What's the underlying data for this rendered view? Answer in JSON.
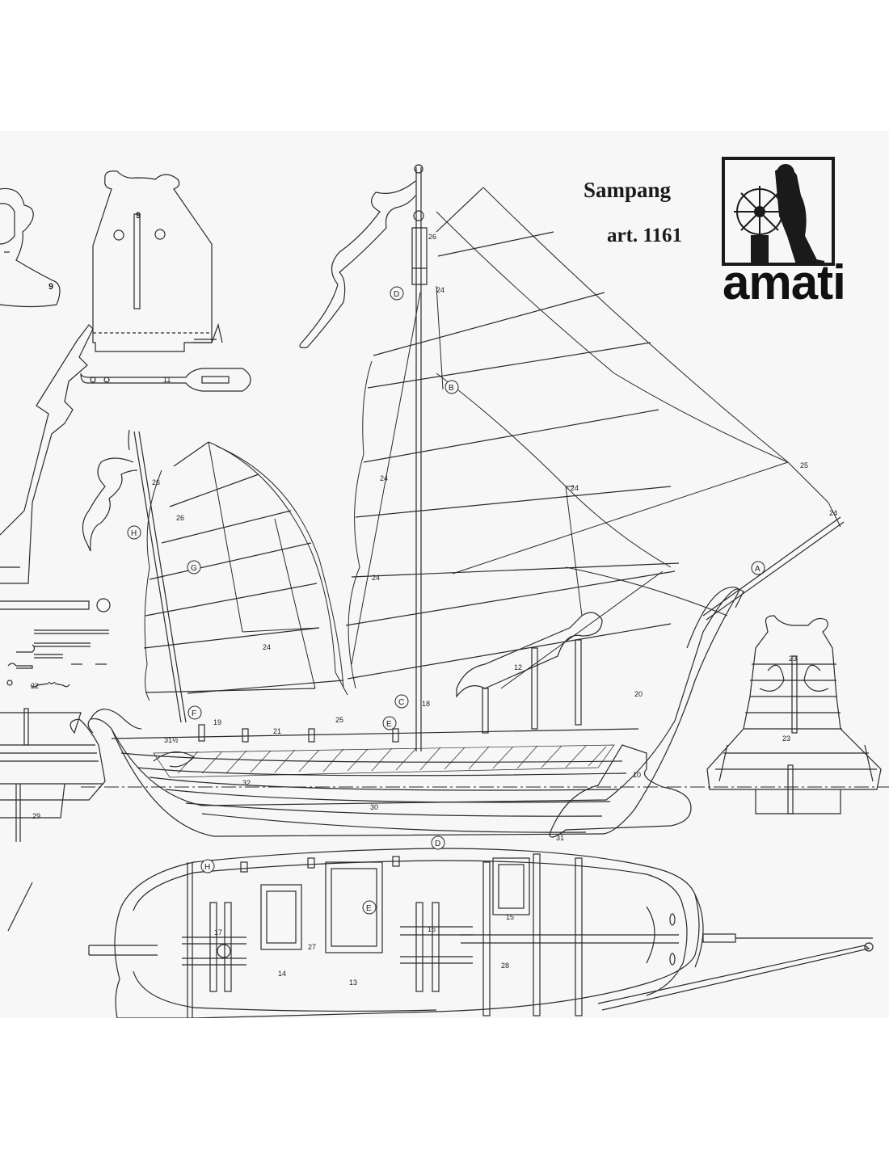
{
  "title_block": {
    "model_name": "Sampang",
    "article": "art. 1161",
    "brand": "amati"
  },
  "plan_labels": {
    "part_numbers": [
      "9",
      "9",
      "11",
      "26",
      "26",
      "26",
      "24",
      "24",
      "24",
      "24",
      "24",
      "24",
      "25",
      "25",
      "12",
      "18",
      "19",
      "20",
      "21",
      "22",
      "23",
      "23",
      "29",
      "30",
      "31",
      "32",
      "31½",
      "10",
      "13",
      "14",
      "15",
      "16",
      "17",
      "27",
      "28"
    ],
    "rigging_callouts": [
      "A",
      "B",
      "C",
      "D",
      "E",
      "F",
      "G",
      "H"
    ]
  },
  "icons": {
    "logo": "helmsman-wheel-icon"
  }
}
